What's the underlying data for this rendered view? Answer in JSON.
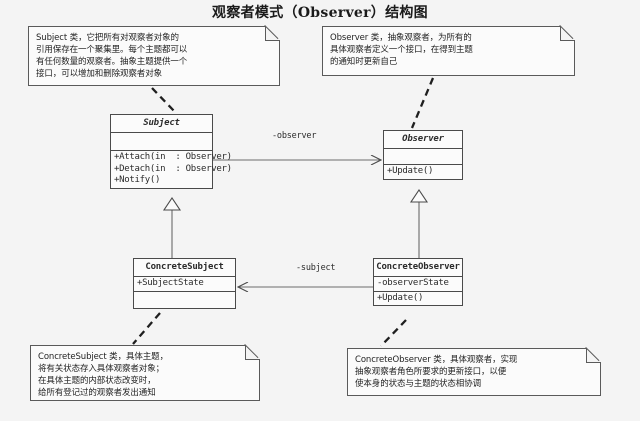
{
  "title": "观察者模式（Observer）结构图",
  "diagram": {
    "type": "uml-class-diagram",
    "classes": [
      {
        "id": "subject",
        "name": "Subject",
        "stereotype": "abstract",
        "attributes": [],
        "operations": [
          "+Attach(in  : Observer)",
          "+Detach(in  : Observer)",
          "+Notify()"
        ]
      },
      {
        "id": "observer",
        "name": "Observer",
        "stereotype": "abstract",
        "attributes": [],
        "operations": [
          "+Update()"
        ]
      },
      {
        "id": "concrete_subject",
        "name": "ConcreteSubject",
        "stereotype": "concrete",
        "attributes": [
          "+SubjectState"
        ],
        "operations": []
      },
      {
        "id": "concrete_observer",
        "name": "ConcreteObserver",
        "stereotype": "concrete",
        "attributes": [
          "-observerState"
        ],
        "operations": [
          "+Update()"
        ]
      }
    ],
    "edge_labels": {
      "observer": "-observer",
      "subject": "-subject"
    },
    "relationships": [
      {
        "kind": "association",
        "from": "subject",
        "to": "observer",
        "label": "-observer"
      },
      {
        "kind": "association",
        "from": "concrete_observer",
        "to": "concrete_subject",
        "label": "-subject"
      },
      {
        "kind": "generalization",
        "from": "concrete_subject",
        "to": "subject"
      },
      {
        "kind": "generalization",
        "from": "concrete_observer",
        "to": "observer"
      }
    ]
  },
  "notes": {
    "subject": [
      "Subject 类，它把所有对观察者对象的",
      "引用保存在一个聚集里。每个主题都可以",
      "有任何数量的观察者。抽象主题提供一个",
      "接口，可以增加和删除观察者对象"
    ],
    "observer": [
      "Observer 类，抽象观察者，为所有的",
      "具体观察者定义一个接口，在得到主题",
      "的通知时更新自己"
    ],
    "concrete_subject": [
      "ConcreteSubject 类，具体主题，",
      "将有关状态存入具体观察者对象；",
      "在具体主题的内部状态改变时，",
      "给所有登记过的观察者发出通知"
    ],
    "concrete_observer": [
      "ConcreteObserver 类，具体观察者，实现",
      "抽象观察者角色所要求的更新接口，以便",
      "使本身的状态与主题的状态相协调"
    ]
  },
  "colors": {
    "background": "#f4f4f4",
    "box_fill": "#fbfbfb",
    "line": "#4a4a4a",
    "text": "#232323"
  }
}
